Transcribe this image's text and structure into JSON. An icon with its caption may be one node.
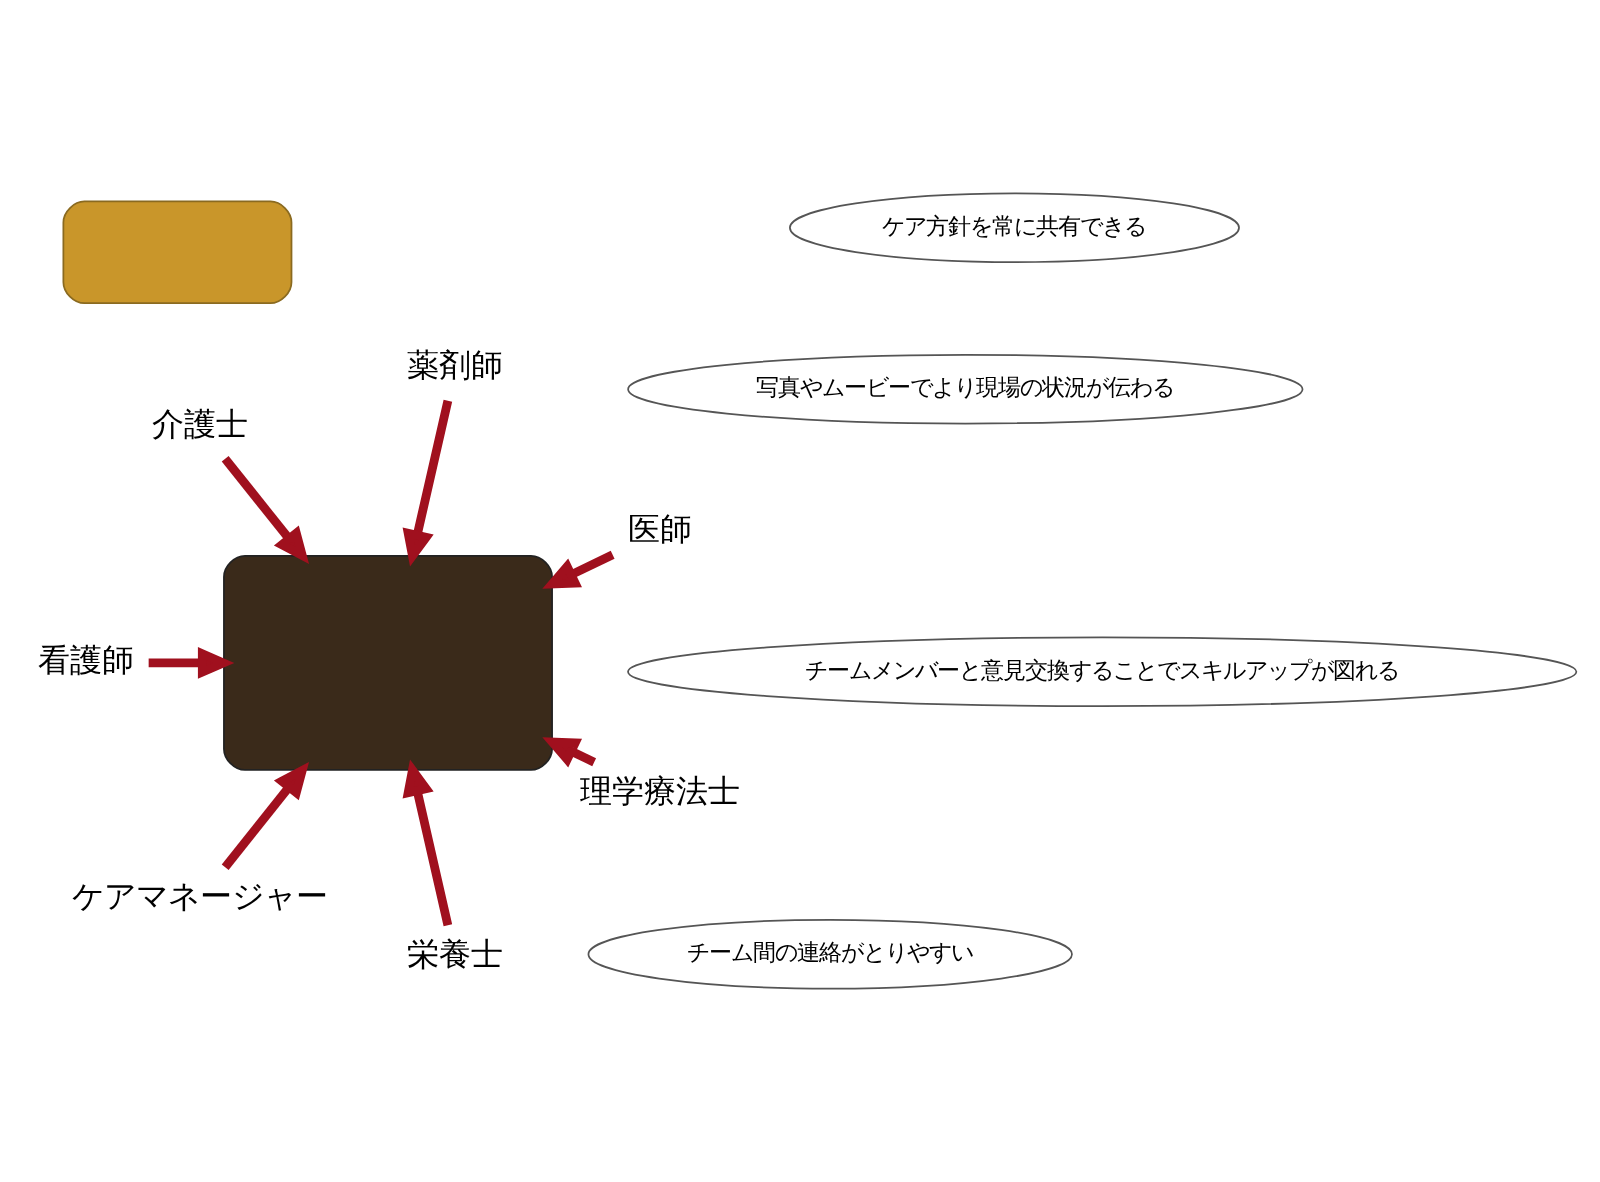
{
  "diagram": {
    "nodes": [
      {
        "text": [],
        "shape": "box"
      },
      {
        "text": [
          "医師"
        ]
      },
      {
        "text": [
          "薬剤師"
        ]
      },
      {
        "text": [
          "介護士"
        ]
      },
      {
        "text": [
          "看護師"
        ]
      },
      {
        "text": [
          "ケアマネージャー"
        ]
      },
      {
        "text": [
          "栄養士"
        ]
      },
      {
        "text": [
          "理学療法士"
        ]
      },
      {
        "text": [],
        "shape": "box"
      },
      {
        "text": [
          "ケア方針を常に共有できる"
        ]
      },
      {
        "text": [
          "チーム間の連絡がとりやすい"
        ]
      },
      {
        "text": [
          "写真やムービーでより現場の状況が伝わる"
        ]
      },
      {
        "text": [
          "チームメンバーと意見交換することでスキルアップが図れる"
        ]
      }
    ],
    "edges": [
      {
        "from": 1,
        "to": 0,
        "arrow": "to"
      },
      {
        "from": 2,
        "to": 0,
        "arrow": "to"
      },
      {
        "from": 3,
        "to": 0,
        "arrow": "to"
      },
      {
        "from": 4,
        "to": 0,
        "arrow": "to"
      },
      {
        "from": 5,
        "to": 0,
        "arrow": "to"
      },
      {
        "from": 6,
        "to": 0,
        "arrow": "to"
      },
      {
        "from": 7,
        "to": 0,
        "arrow": "to"
      }
    ]
  }
}
